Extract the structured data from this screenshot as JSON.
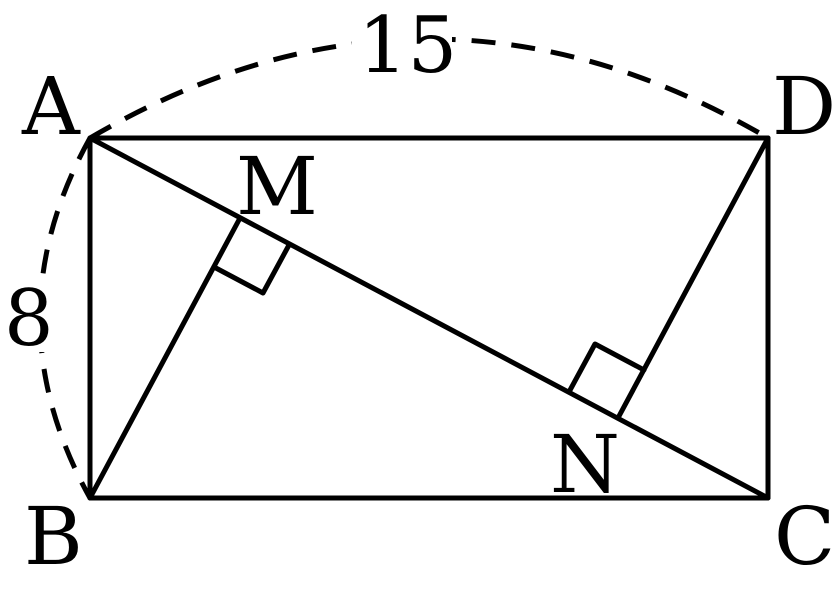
{
  "figure": {
    "vertices": {
      "a": "A",
      "b": "B",
      "c": "C",
      "d": "D"
    },
    "points": {
      "m": "M",
      "n": "N"
    },
    "dimensions": {
      "top": "15",
      "left": "8"
    }
  }
}
